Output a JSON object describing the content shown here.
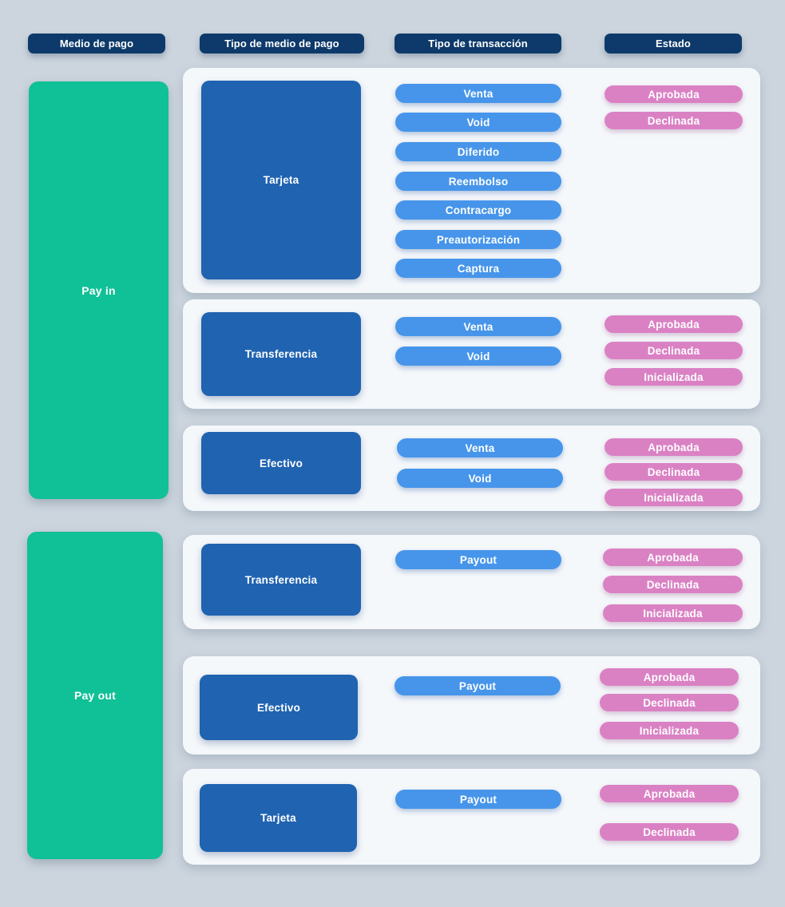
{
  "palette": {
    "page_bg": "#ccd5de",
    "card_bg": "#f5f8fb",
    "header_navy": "#0d3a6a",
    "flow_green": "#10c096",
    "method_blue": "#2063b1",
    "transaction_blue": "#4695ea",
    "state_pink": "#da81c4",
    "text_white": "#ffffff"
  },
  "headers": [
    {
      "label": "Medio de pago"
    },
    {
      "label": "Tipo de medio de pago"
    },
    {
      "label": "Tipo de transacción"
    },
    {
      "label": "Estado"
    }
  ],
  "flows": [
    {
      "label": "Pay in"
    },
    {
      "label": "Pay out"
    }
  ],
  "cards": [
    {
      "flow": "Pay in",
      "method": "Tarjeta",
      "transactions": [
        "Venta",
        "Void",
        "Diferido",
        "Reembolso",
        "Contracargo",
        "Preautorización",
        "Captura"
      ],
      "states": [
        "Aprobada",
        "Declinada"
      ]
    },
    {
      "flow": "Pay in",
      "method": "Transferencia",
      "transactions": [
        "Venta",
        "Void"
      ],
      "states": [
        "Aprobada",
        "Declinada",
        "Inicializada"
      ]
    },
    {
      "flow": "Pay in",
      "method": "Efectivo",
      "transactions": [
        "Venta",
        "Void"
      ],
      "states": [
        "Aprobada",
        "Declinada",
        "Inicializada"
      ]
    },
    {
      "flow": "Pay out",
      "method": "Transferencia",
      "transactions": [
        "Payout"
      ],
      "states": [
        "Aprobada",
        "Declinada",
        "Inicializada"
      ]
    },
    {
      "flow": "Pay out",
      "method": "Efectivo",
      "transactions": [
        "Payout"
      ],
      "states": [
        "Aprobada",
        "Declinada",
        "Inicializada"
      ]
    },
    {
      "flow": "Pay out",
      "method": "Tarjeta",
      "transactions": [
        "Payout"
      ],
      "states": [
        "Aprobada",
        "Declinada"
      ]
    }
  ]
}
